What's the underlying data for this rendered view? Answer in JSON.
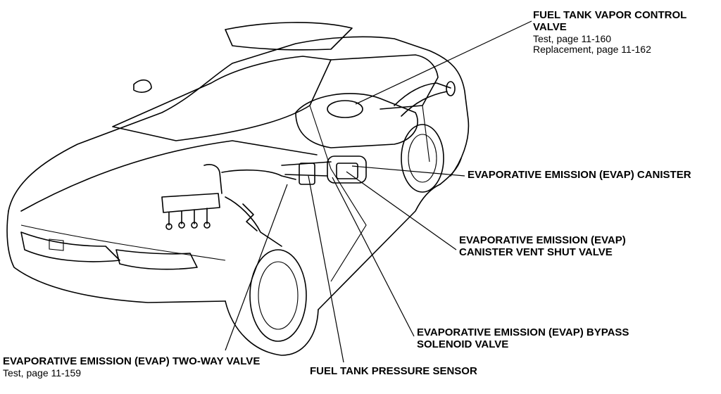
{
  "labels": {
    "vapor_valve": {
      "title_1": "FUEL TANK VAPOR CONTROL",
      "title_2": "VALVE",
      "line_1": "Test, page 11-160",
      "line_2": "Replacement, page 11-162"
    },
    "canister": {
      "title": "EVAPORATIVE EMISSION (EVAP) CANISTER"
    },
    "vent_shut": {
      "title_1": "EVAPORATIVE EMISSION (EVAP)",
      "title_2": "CANISTER VENT SHUT VALVE"
    },
    "bypass": {
      "title_1": "EVAPORATIVE EMISSION (EVAP) BYPASS",
      "title_2": "SOLENOID VALVE"
    },
    "two_way": {
      "title": "EVAPORATIVE EMISSION (EVAP) TWO-WAY VALVE",
      "line_1": "Test, page 11-159"
    },
    "pressure_sensor": {
      "title": "FUEL TANK PRESSURE SENSOR"
    }
  }
}
